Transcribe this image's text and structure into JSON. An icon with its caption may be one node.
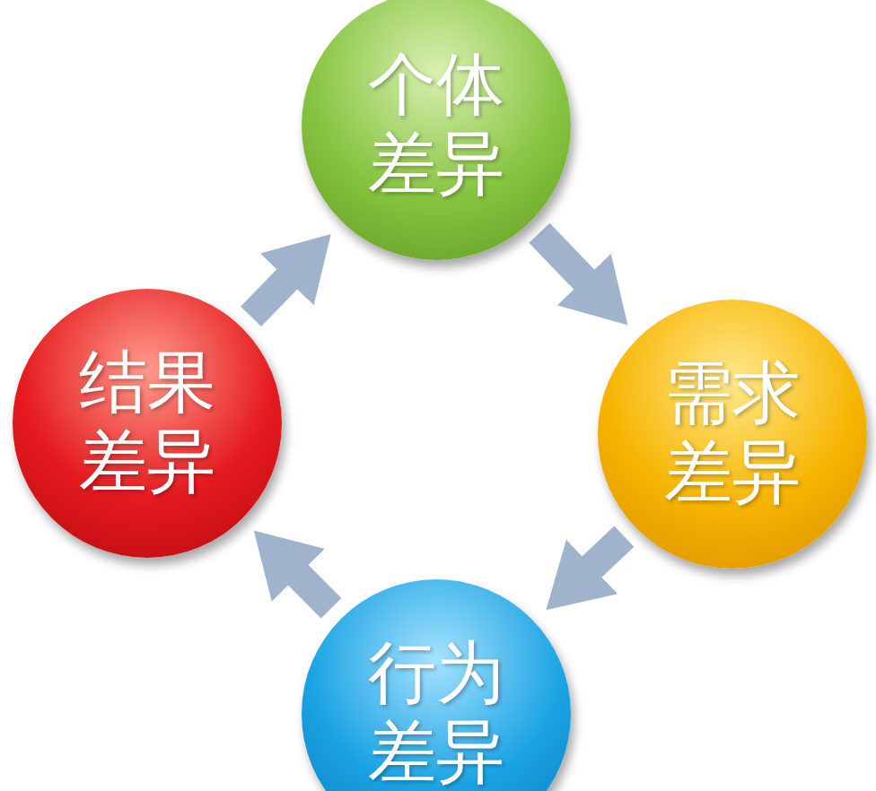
{
  "diagram": {
    "nodes": [
      {
        "text": [
          "个体差异"
        ]
      },
      {
        "text": [
          "需求差异"
        ]
      },
      {
        "text": [
          "行为差异"
        ]
      },
      {
        "text": [
          "结果差异"
        ]
      }
    ],
    "edges": [
      {
        "from": 3,
        "to": 0,
        "arrow": "to"
      },
      {
        "from": 0,
        "to": 1,
        "arrow": "to"
      },
      {
        "from": 1,
        "to": 2,
        "arrow": "to"
      },
      {
        "from": 2,
        "to": 3,
        "arrow": "to"
      }
    ]
  }
}
